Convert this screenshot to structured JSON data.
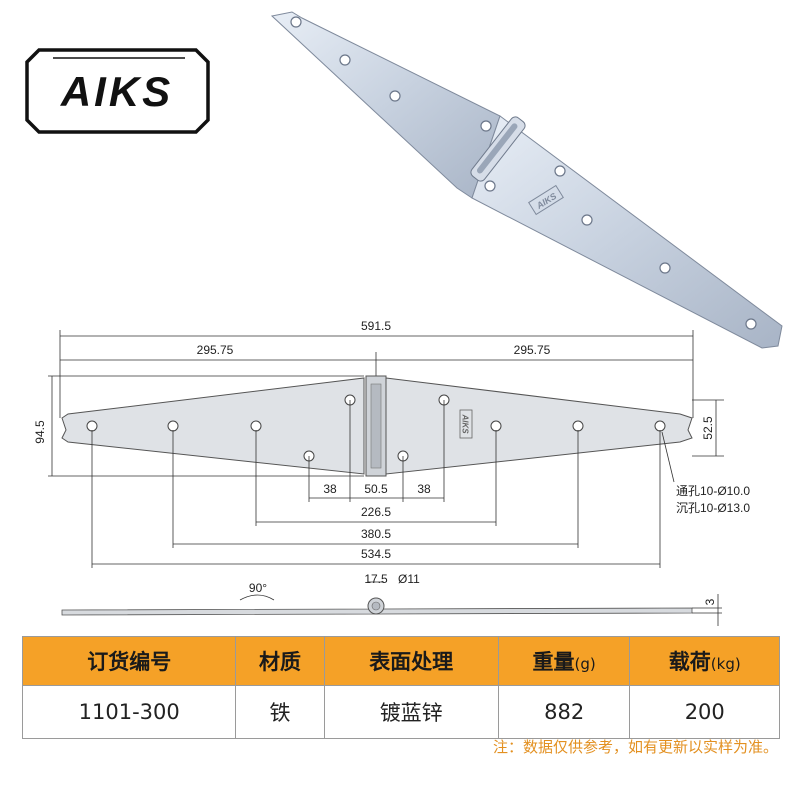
{
  "brand": {
    "logo_text": "AIKS"
  },
  "dimensions": {
    "total_length": "591.5",
    "half_left": "295.75",
    "half_right": "295.75",
    "height": "94.5",
    "leaf_height": "52.5",
    "hole_gap_left": "38",
    "knuckle_gap": "50.5",
    "hole_gap_right": "38",
    "span_inner": "226.5",
    "span_middle": "380.5",
    "span_outer": "534.5",
    "through_hole": "通孔10-Ø10.0",
    "countersink_hole": "沉孔10-Ø13.0",
    "knuckle_width": "17.5",
    "pin_diameter": "Ø11",
    "thickness": "3",
    "opening_angle": "90°"
  },
  "table": {
    "headers": [
      {
        "label": "订货编号",
        "unit": ""
      },
      {
        "label": "材质",
        "unit": ""
      },
      {
        "label": "表面处理",
        "unit": ""
      },
      {
        "label": "重量",
        "unit": "(g)"
      },
      {
        "label": "载荷",
        "unit": "(kg)"
      }
    ],
    "row": [
      "1101-300",
      "铁",
      "镀蓝锌",
      "882",
      "200"
    ]
  },
  "note": "注：数据仅供参考，如有更新以实样为准。",
  "colors": {
    "header_bg": "#f5a127",
    "note": "#e39020",
    "metal": "#c9d3e0"
  }
}
